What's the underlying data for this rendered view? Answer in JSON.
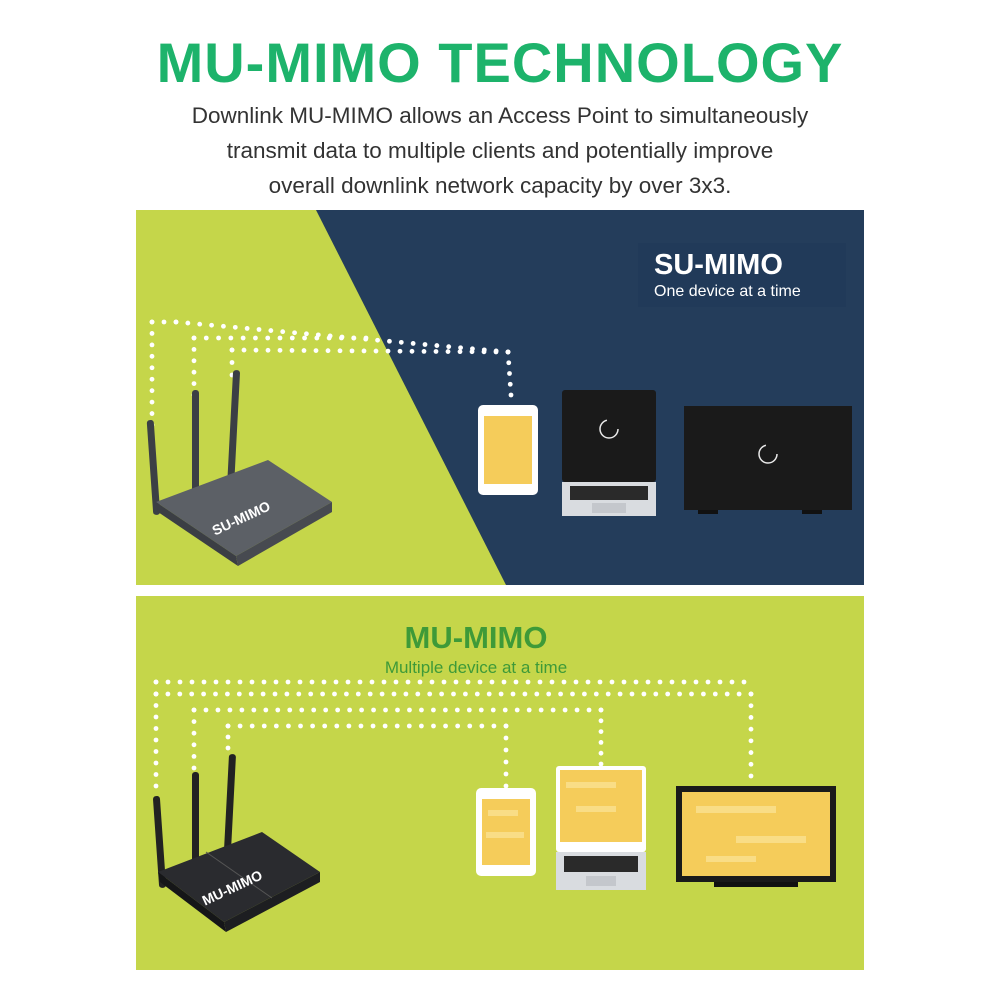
{
  "header": {
    "title": "MU-MIMO TECHNOLOGY",
    "subtitle_lines": [
      "Downlink MU-MIMO allows an Access Point to simultaneously",
      "transmit data to multiple clients and potentially improve",
      "overall downlink network capacity by over 3x3."
    ]
  },
  "su_panel": {
    "title": "SU-MIMO",
    "subtitle": "One device at a time",
    "router_label": "SU-MIMO"
  },
  "mu_panel": {
    "title": "MU-MIMO",
    "subtitle": "Multiple device at a time",
    "router_label": "MU-MIMO"
  },
  "colors": {
    "title_green": "#1db36b",
    "panel_green": "#c5d64a",
    "panel_navy": "#243d5b",
    "mu_label_green": "#3e9a38",
    "device_screen_yellow": "#f5cc5a"
  }
}
